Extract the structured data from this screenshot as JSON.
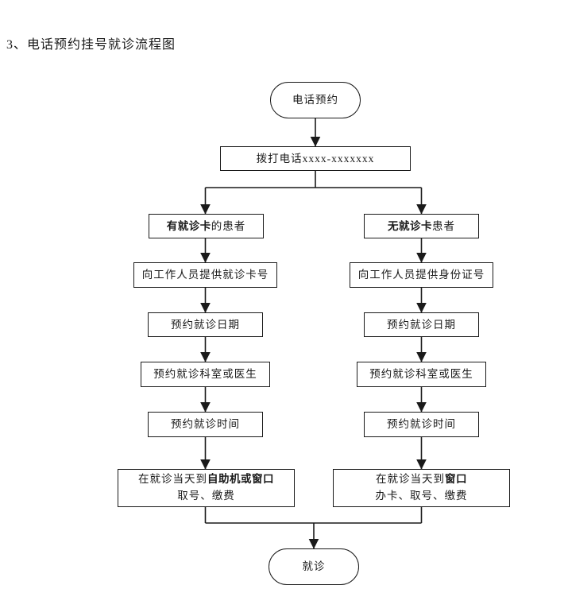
{
  "page": {
    "title": "3、电话预约挂号就诊流程图"
  },
  "colors": {
    "line": "#1a1a1a",
    "text": "#1a1a1a",
    "background": "#ffffff"
  },
  "flowchart": {
    "start_label": "电话预约",
    "dial_label": "拨打电话xxxx-xxxxxxx",
    "left": {
      "header_bold": "有就诊卡",
      "header_rest": "的患者",
      "provide_label": "向工作人员提供就诊卡号",
      "date_label": "预约就诊日期",
      "dept_label": "预约就诊科室或医生",
      "time_label": "预约就诊时间",
      "final_prefix": "在就诊当天到",
      "final_bold": "自助机或窗口",
      "final_line2": "取号、缴费"
    },
    "right": {
      "header_bold": "无就诊卡",
      "header_rest": "患者",
      "provide_label": "向工作人员提供身份证号",
      "date_label": "预约就诊日期",
      "dept_label": "预约就诊科室或医生",
      "time_label": "预约就诊时间",
      "final_prefix": "在就诊当天到",
      "final_bold": "窗口",
      "final_line2": "办卡、取号、缴费"
    },
    "end_label": "就诊"
  }
}
